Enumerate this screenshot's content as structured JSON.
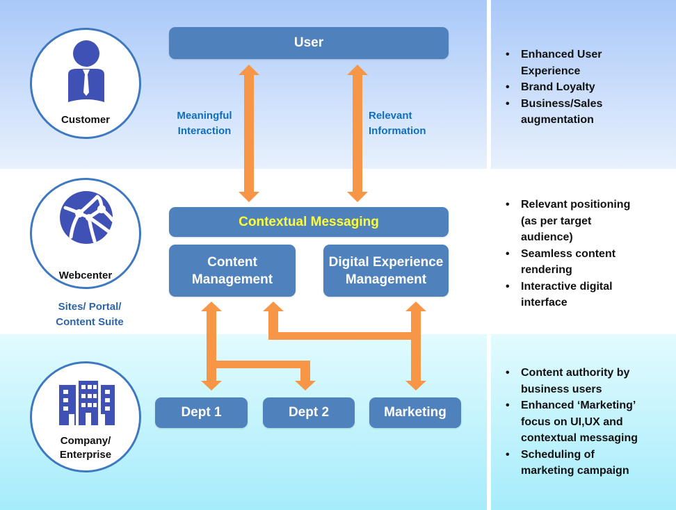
{
  "colors": {
    "box_fill": "#4f81bd",
    "arrow": "#f79646",
    "icon": "#3f51b5",
    "circle_border": "#3d78c1",
    "edge_label": "#0e6fbf",
    "highlight_text": "#ffff33"
  },
  "actors": [
    {
      "label": "Customer",
      "icon": "person-with-tie-icon"
    },
    {
      "label": "Webcenter",
      "icon": "globe-network-icon",
      "sublabel_lines": [
        "Sites/ Portal/",
        "Content Suite"
      ]
    },
    {
      "label_lines": [
        "Company/",
        "Enterprise"
      ],
      "icon": "office-building-icon"
    }
  ],
  "boxes": {
    "user": "User",
    "contextual_messaging": "Contextual Messaging",
    "content_management": [
      "Content",
      "Management"
    ],
    "digital_experience_management": [
      "Digital Experience",
      "Management"
    ],
    "dept1": "Dept 1",
    "dept2": "Dept 2",
    "marketing": "Marketing"
  },
  "edge_labels": {
    "meaningful_interaction": [
      "Meaningful",
      "Interaction"
    ],
    "relevant_information": [
      "Relevant",
      "Information"
    ]
  },
  "benefits": {
    "customer": [
      "Enhanced User Experience",
      "Brand Loyalty",
      "Business/Sales augmentation"
    ],
    "webcenter": [
      "Relevant positioning (as per target audience)",
      "Seamless content rendering",
      "Interactive digital interface"
    ],
    "enterprise": [
      "Content authority by business users",
      "Enhanced ‘Marketing’ focus on UI,UX and contextual messaging",
      "Scheduling of marketing campaign"
    ]
  },
  "connections": [
    {
      "from": "User",
      "to": "Contextual Messaging",
      "label": "Meaningful Interaction",
      "direction": "bidirectional"
    },
    {
      "from": "User",
      "to": "Contextual Messaging",
      "label": "Relevant Information",
      "direction": "bidirectional"
    },
    {
      "from": "Content Management",
      "to": [
        "Dept 1",
        "Dept 2"
      ],
      "direction": "bidirectional"
    },
    {
      "from": "Digital Experience Management",
      "to": [
        "Marketing",
        "Content Management"
      ],
      "direction": "bidirectional"
    }
  ]
}
